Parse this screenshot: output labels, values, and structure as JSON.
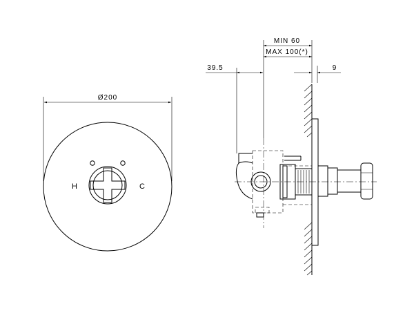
{
  "front_view": {
    "diameter_label": "Ø200",
    "hot_label": "H",
    "cold_label": "C"
  },
  "side_view": {
    "min_label": "MIN 60",
    "max_label": "MAX 100(*)",
    "offset_label": "39.5",
    "plate_label": "9"
  }
}
